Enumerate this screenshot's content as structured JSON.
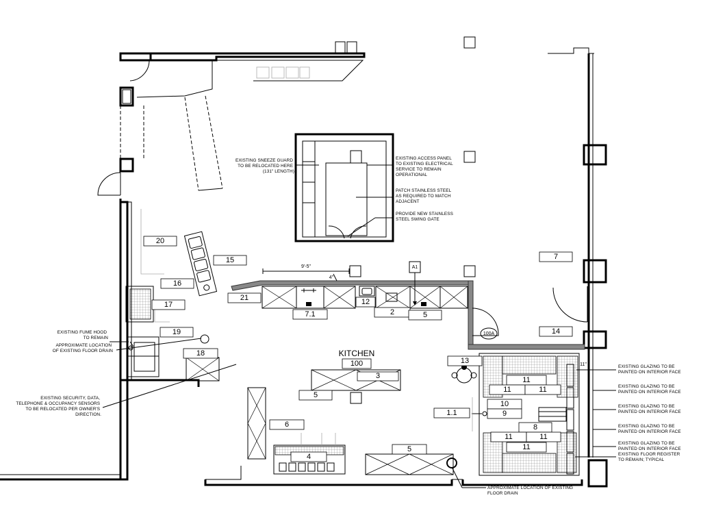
{
  "room": {
    "name": "KITCHEN",
    "number": "100"
  },
  "door_tag": "100A",
  "grid_marker": "A1",
  "dimensions": {
    "counter_length": "9'-5\"",
    "small_dim_a": "4\"",
    "small_dim_b": "11\""
  },
  "tags": {
    "t20": "20",
    "t15": "15",
    "t16": "16",
    "t21": "21",
    "t17": "17",
    "t19": "19",
    "t18": "18",
    "t71": "7.1",
    "t12": "12",
    "t2": "2",
    "t5a": "5",
    "t7": "7",
    "t14": "14",
    "t13": "13",
    "t100": "100",
    "t3": "3",
    "t5b": "5",
    "t6": "6",
    "t4": "4",
    "t5c": "5",
    "t11a": "11",
    "t11b": "11",
    "t11c": "11",
    "t10": "10",
    "t9": "9",
    "t11": "1.1",
    "t8": "8",
    "t11d": "11",
    "t11e": "11",
    "t11f": "11"
  },
  "notes": {
    "sneeze_guard": [
      "EXISTING SNEEZE GUARD",
      "TO BE RELOCATED HERE",
      "(131\" LENGTH)"
    ],
    "access_panel": [
      "EXISTING ACCESS PANEL",
      "TO EXISTING ELECTRICAL",
      "SERVICE TO REMAIN",
      "OPERATIONAL"
    ],
    "patch_steel": [
      "PATCH STAINLESS STEEL",
      "AS REQUIRED TO MATCH",
      "ADJACENT"
    ],
    "swing_gate": [
      "PROVIDE NEW STAINLESS",
      "STEEL SWING GATE"
    ],
    "fume_hood": [
      "EXISTING FUME HOOD",
      "TO REMAIN"
    ],
    "floor_drain_left": [
      "APPROXIMATE LOCATION",
      "OF EXISTING FLOOR DRAIN"
    ],
    "sensors": [
      "EXISTING SECURITY, DATA,",
      "TELEPHONE & OCCUPANCY SENSORS",
      "TO BE RELOCATED PER OWNER'S",
      "DIRECTION."
    ],
    "glazing_1": [
      "EXISTING GLAZING TO BE",
      "PAINTED ON INTERIOR FACE"
    ],
    "glazing_2": [
      "EXISTING GLAZING TO BE",
      "PAINTED ON INTERIOR FACE"
    ],
    "glazing_3": [
      "EXISTING GLAZING TO BE",
      "PAINTED ON INTERIOR FACE"
    ],
    "glazing_4": [
      "EXISTING GLAZING TO BE",
      "PAINTED ON INTERIOR FACE"
    ],
    "glazing_5": [
      "EXISTING GLAZING TO BE",
      "PAINTED ON INTERIOR FACE"
    ],
    "floor_register": [
      "EXISTING FLOOR REGISTER",
      "TO REMAIN; TYPICAL"
    ],
    "floor_drain_bottom": [
      "APPROXIMATE LOCATION OF EXISTING",
      "FLOOR DRAIN"
    ]
  }
}
